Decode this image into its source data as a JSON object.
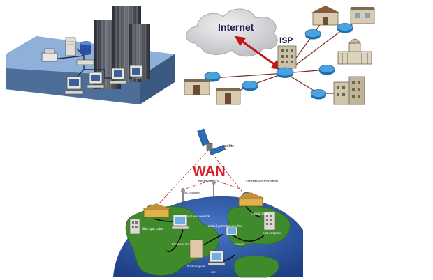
{
  "lan_panel": {
    "label": ""
  },
  "isp_panel": {
    "internet_label": "Internet",
    "isp_label": "ISP"
  },
  "wan_panel": {
    "title": "WAN",
    "labels": {
      "satellite": "satellite",
      "microwave_top": "microwave",
      "microwave_left": "microwave",
      "satellite_earth_station": "satellite earth station",
      "coaxial_cable": "coaxial cable",
      "host_computer_right": "host computer",
      "fiber_optic_cable": "fiber optic cable",
      "local_area_network": "local area network",
      "twisted_pair_telephone_line": "twisted pair telephone line",
      "telephone_line": "telephone line",
      "modem": "modem",
      "host_computer_bottom": "host computer",
      "user": "user"
    }
  },
  "colors": {
    "cloud": "#d9d9dc",
    "router": "#2a84c7",
    "link": "#7a2a20",
    "arrow": "#c0161a",
    "wan_title": "#d2232a",
    "ocean": "#2d5aa8",
    "land": "#3f8a2a"
  }
}
